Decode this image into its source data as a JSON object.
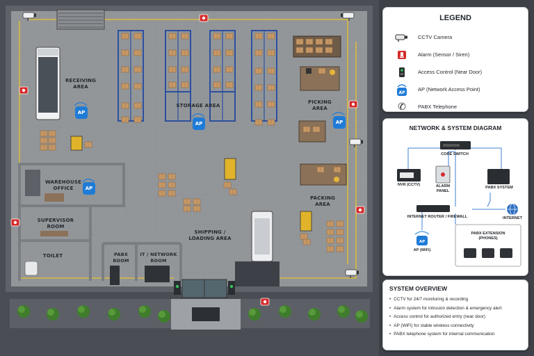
{
  "zones": {
    "receiving": "RECEIVING\nAREA",
    "storage": "STORAGE AREA",
    "picking": "PICKING\nAREA",
    "warehouse_office": "WAREHOUSE\nOFFICE",
    "supervisor": "SUPERVISOR\nROOM",
    "toilet": "TOILET",
    "pabx_room": "PABX\nROOM",
    "it_room": "IT / NETWORK\nROOM",
    "shipping": "SHIPPING /\nLOADING AREA",
    "packing": "PACKING\nAREA"
  },
  "ap_badge": "AP",
  "legend": {
    "title": "LEGEND",
    "items": [
      {
        "icon": "cctv-camera-icon",
        "label": "CCTV Camera"
      },
      {
        "icon": "alarm-icon",
        "label": "Alarm (Sensor / Siren)"
      },
      {
        "icon": "access-control-icon",
        "label": "Access Control (Near Door)"
      },
      {
        "icon": "access-point-icon",
        "label": "AP (Network Access Point)"
      },
      {
        "icon": "telephone-icon",
        "label": "PABX Telephone"
      }
    ]
  },
  "network": {
    "title": "NETWORK & SYSTEM DIAGRAM",
    "core_switch": "CORE SWITCH",
    "nvr": "NVR (CCTV)",
    "alarm_panel": "ALARM\nPANEL",
    "pabx_system": "PABX SYSTEM",
    "router": "INTERNET ROUTER / FIREWALL",
    "internet": "INTERNET",
    "ap_wifi": "AP (WiFi)",
    "pabx_extension": "PABX EXTENSION\n(PHONES)"
  },
  "overview": {
    "title": "SYSTEM OVERVIEW",
    "items": [
      "CCTV for 24/7 monitoring & recording",
      "Alarm system for intrusion detection & emergency alert",
      "Access control for authorized entry (near door)",
      "AP (WiFi) for stable wireless connectivity",
      "PABX telephone system for internal communication"
    ]
  },
  "colors": {
    "floor": "#93969a",
    "wall": "#6d7075",
    "cable": "#e8c22a",
    "rack": "#2c4f9e",
    "box": "#c69866",
    "alarm": "#d52b2b",
    "ap": "#1e7bd6",
    "grass": "#3f7d2c",
    "network_line": "#3c7fd0"
  }
}
